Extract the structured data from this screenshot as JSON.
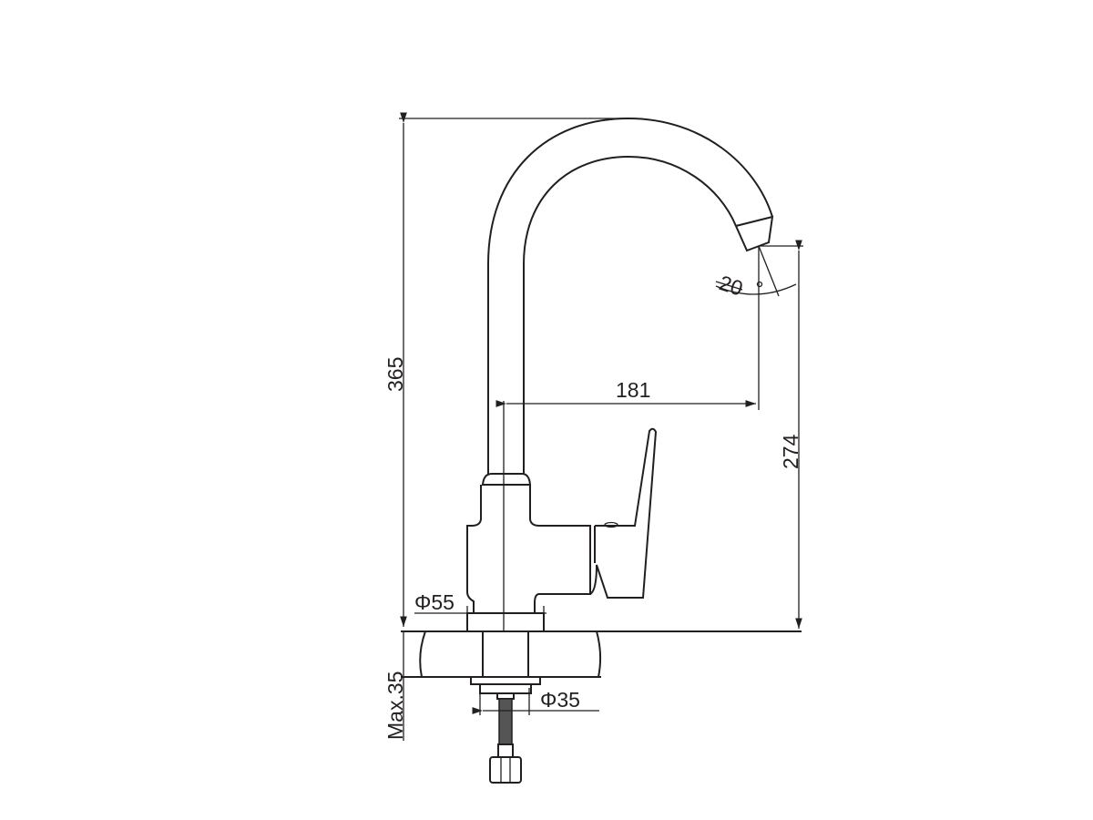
{
  "title": "Kitchen faucet dimension drawing",
  "units": "mm",
  "dimensions": {
    "total_height": "365",
    "spout_reach": "181",
    "spout_height": "274",
    "swivel_angle": "20",
    "base_diameter": "Φ55",
    "shank_diameter": "Φ35",
    "max_counter_thickness": "Max.35"
  },
  "colors": {
    "line": "#231f20",
    "background": "#ffffff"
  }
}
